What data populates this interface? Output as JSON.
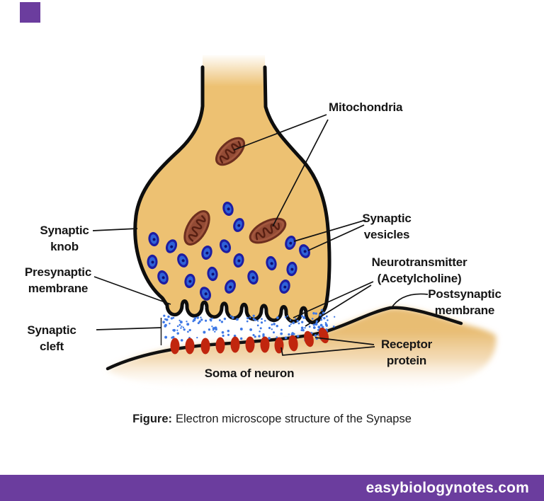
{
  "branding": {
    "corner_square_color": "#6b3d9e"
  },
  "labels": {
    "mitochondria": "Mitochondria",
    "synaptic_knob": [
      "Synaptic",
      "knob"
    ],
    "presynaptic_membrane": [
      "Presynaptic",
      "membrane"
    ],
    "synaptic_cleft": [
      "Synaptic",
      "cleft"
    ],
    "synaptic_vesicles": [
      "Synaptic",
      "vesicles"
    ],
    "neurotransmitter": [
      "Neurotransmitter",
      "(Acetylcholine)"
    ],
    "postsynaptic_membrane": [
      "Postsynaptic",
      "membrane"
    ],
    "receptor_protein": [
      "Receptor",
      "protein"
    ],
    "soma_of_neuron": "Soma of neuron"
  },
  "caption": {
    "prefix": "Figure:",
    "rest": "Electron microscope structure of the Synapse"
  },
  "footer": {
    "site": "easybiologynotes.com",
    "bg_color": "#6b3d9e",
    "text_color": "#ffffff"
  },
  "diagram": {
    "colors": {
      "knob_fill": "#edc172",
      "outline": "#0e0e0e",
      "vesicle_outer": "#1d1da2",
      "vesicle_inner": "#2f62d8",
      "vesicle_dot": "#0e0e72",
      "mito_fill": "#a2573e",
      "mito_inner": "#7c3a28",
      "mito_stroke": "#6d2f1f",
      "mito_cristae": "#571f12",
      "receptor_red": "#c1260e",
      "stipple_blue": "#3f79e6"
    },
    "mitochondria": [
      [
        325,
        214,
        -43,
        24,
        12.5
      ],
      [
        278,
        322,
        -60,
        26,
        13
      ],
      [
        378,
        326,
        -27,
        27,
        13
      ]
    ],
    "vesicles": [
      [
        322,
        295,
        -15
      ],
      [
        337,
        318,
        20
      ],
      [
        217,
        338,
        -10
      ],
      [
        242,
        348,
        25
      ],
      [
        215,
        370,
        0
      ],
      [
        258,
        368,
        -20
      ],
      [
        292,
        357,
        15
      ],
      [
        318,
        348,
        -25
      ],
      [
        337,
        368,
        10
      ],
      [
        383,
        372,
        -12
      ],
      [
        410,
        343,
        18
      ],
      [
        430,
        355,
        -22
      ],
      [
        412,
        380,
        8
      ],
      [
        230,
        392,
        -18
      ],
      [
        268,
        397,
        12
      ],
      [
        300,
        387,
        -8
      ],
      [
        325,
        405,
        22
      ],
      [
        357,
        392,
        -14
      ],
      [
        402,
        405,
        16
      ],
      [
        290,
        415,
        -24
      ]
    ],
    "receptors": [
      [
        247,
        489,
        0
      ],
      [
        268,
        489,
        0
      ],
      [
        290,
        489,
        0
      ],
      [
        311,
        488,
        0
      ],
      [
        332,
        487,
        0
      ],
      [
        353,
        487,
        0
      ],
      [
        374,
        487,
        0
      ],
      [
        394,
        488,
        0
      ],
      [
        414,
        485,
        -8
      ],
      [
        436,
        479,
        -14
      ],
      [
        457,
        474,
        -18
      ]
    ],
    "dots": {
      "seed": 7,
      "regions": [
        [
          231,
          445,
          232,
          36,
          150
        ],
        [
          441,
          438,
          33,
          32,
          16
        ]
      ]
    }
  }
}
